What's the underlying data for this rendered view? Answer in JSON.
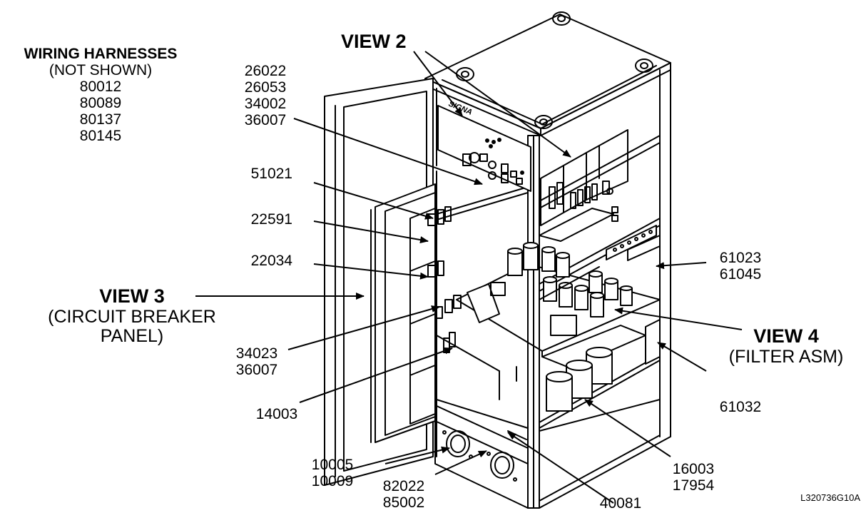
{
  "harness_block": {
    "title": "WIRING HARNESSES",
    "subtitle": "(NOT SHOWN)",
    "parts": [
      "80012",
      "80089",
      "80137",
      "80145"
    ]
  },
  "callouts": {
    "top_group": [
      "26022",
      "26053",
      "34002",
      "36007"
    ],
    "p51021": [
      "51021"
    ],
    "p22591": [
      "22591"
    ],
    "p22034": [
      "22034"
    ],
    "p34023": [
      "34023",
      "36007"
    ],
    "p14003": [
      "14003"
    ],
    "p10005": [
      "10005",
      "10009"
    ],
    "p82022": [
      "82022",
      "85002"
    ],
    "p40081": [
      "40081"
    ],
    "p16003": [
      "16003",
      "17954"
    ],
    "p61032": [
      "61032"
    ],
    "p61023": [
      "61023",
      "61045"
    ]
  },
  "views": {
    "view2": "VIEW 2",
    "view3": {
      "title": "VIEW 3",
      "line1": "(CIRCUIT BREAKER",
      "line2": "PANEL)"
    },
    "view4": {
      "title": "VIEW 4",
      "line1": "(FILTER ASM)"
    }
  },
  "panel_brand": "SIGNA",
  "drawing_code": "L320736G10A",
  "colors": {
    "ink": "#000000",
    "paper": "#ffffff"
  }
}
